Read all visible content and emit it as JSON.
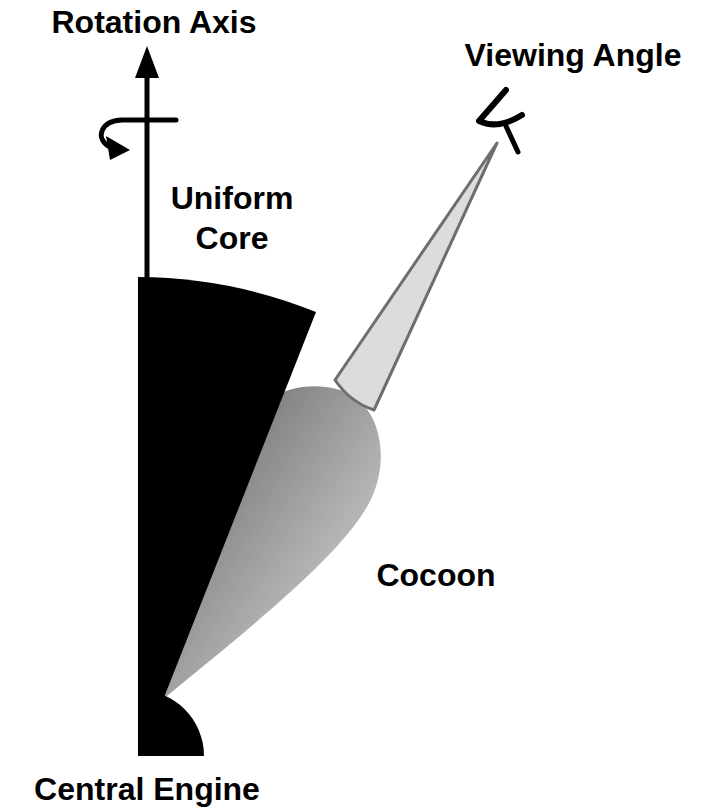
{
  "diagram": {
    "labels": [
      "Rotation Axis",
      "Viewing Angle",
      "Uniform Core",
      "Cocoon",
      "Central Engine"
    ]
  }
}
